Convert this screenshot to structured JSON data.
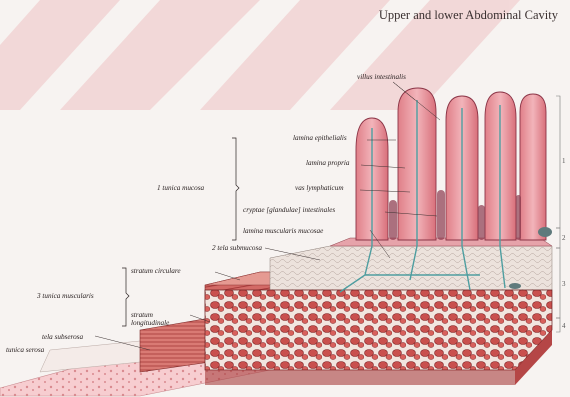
{
  "header": {
    "title": "Upper and lower Abdominal Cavity"
  },
  "labels": {
    "villus": "villus intestinalis",
    "lamina_epi": "lamina epithelialis",
    "lamina_propria": "lamina propria",
    "vas_lymph": "vas lymphaticum",
    "cryptae": "cryptae [glandulae] intestinales",
    "lamina_musc": "lamina muscularis mucosae",
    "tunica_mucosa": "1  tunica mucosa",
    "tela_submucosa": "2  tela submucosa",
    "stratum_circ": "stratum circulare",
    "tunica_musc": "3  tunica muscularis",
    "stratum_long_1": "stratum",
    "stratum_long_2": "longitudinale",
    "tela_subserosa": "tela subserosa",
    "tunica_serosa": "tunica serosa"
  },
  "layer_numbers": [
    "1",
    "2",
    "3",
    "4"
  ],
  "colors": {
    "background": "#f7f3f1",
    "banner": "#f1d3d3",
    "mucosa": "#e8a4a8",
    "muscle": "#c85a58",
    "submucosa": "#e9dcd6",
    "lymph": "#5aa7a8",
    "serosa": "#f4c2c6"
  }
}
